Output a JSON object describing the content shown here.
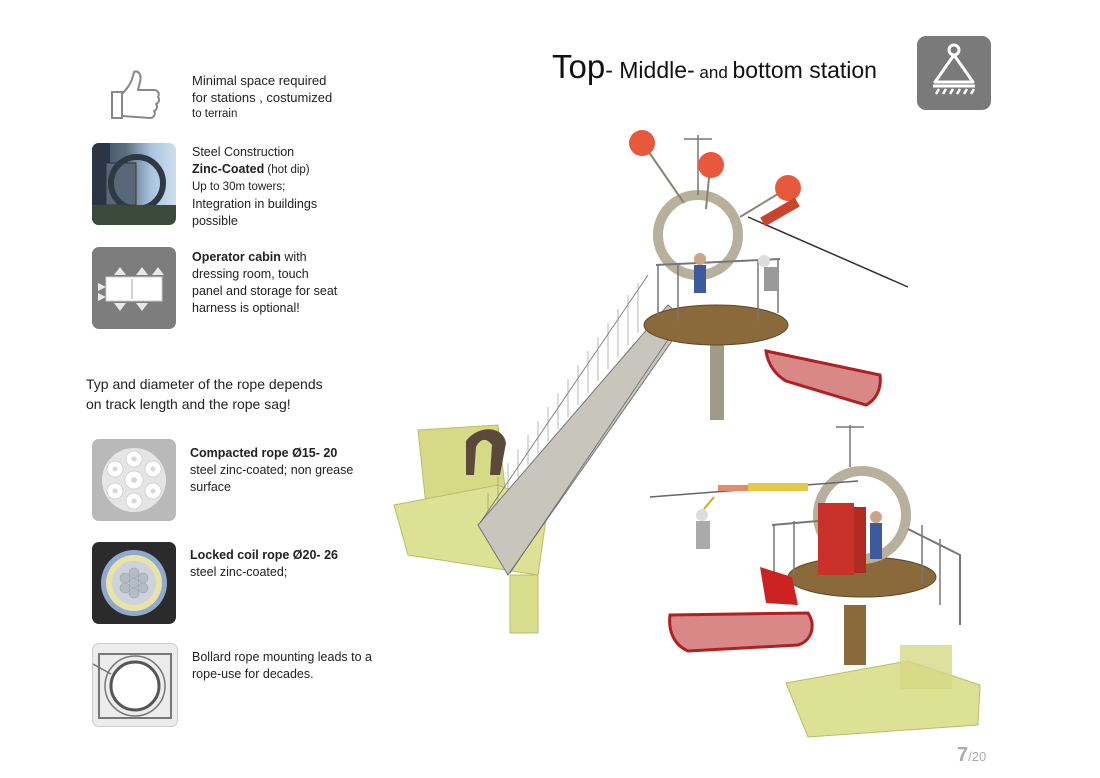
{
  "title": {
    "part1": "Top",
    "part2": "- Middle-",
    "part3": " and ",
    "part4": "bottom station"
  },
  "features": [
    {
      "icon": "thumbs-up-icon",
      "lines": [
        "Minimal space required",
        "for stations , costumized",
        "to terrain"
      ]
    },
    {
      "icon": "steel-tower-photo",
      "line1": "Steel Construction",
      "bold": "Zinc-Coated",
      "note": " (hot dip)",
      "line3": "Up to 30m towers;",
      "line4": "Integration in buildings",
      "line5": "possible"
    },
    {
      "icon": "cabin-floorplan",
      "bold": "Operator cabin",
      "rest": " with",
      "line2": "dressing room, touch",
      "line3": "panel and storage for seat",
      "line4": "harness is optional!"
    }
  ],
  "rope_note": {
    "line1": "Typ and diameter of the rope depends",
    "line2": "on track length and the rope sag!"
  },
  "ropes": [
    {
      "icon": "compacted-rope-cross-section",
      "title": "Compacted rope Ø15- 20",
      "line2": "steel zinc-coated; non grease",
      "line3": "surface"
    },
    {
      "icon": "locked-coil-rope-cross-section",
      "title": "Locked coil rope Ø20- 26",
      "line2": "steel  zinc-coated;"
    },
    {
      "icon": "bollard-mount-drawing",
      "line1": "Bollard rope mounting leads to a",
      "line2": "rope-use for decades."
    }
  ],
  "page": {
    "current": "7",
    "total": "/20"
  },
  "colors": {
    "logo_bg": "#7a7a7a",
    "ball": "#e8583a",
    "steel": "#8a8474",
    "platform": "#8a6a3a",
    "foundation": "#d8dc8a",
    "seat_red": "#cc2222"
  }
}
